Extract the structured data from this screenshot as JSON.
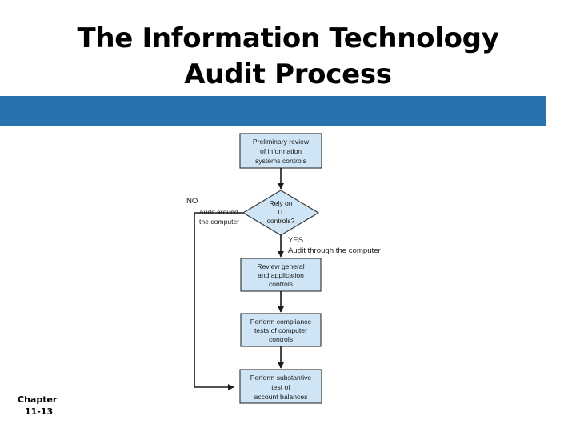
{
  "slide": {
    "title": "The Information Technology\nAudit Process",
    "banner_color": "#2873ae",
    "background_color": "#ffffff"
  },
  "footer": {
    "chapter_label": "Chapter",
    "chapter_number": "11-13"
  },
  "flowchart": {
    "shape_fill": "#cfe5f5",
    "shape_stroke": "#3c3c3c",
    "connector_color": "#1a1a1a",
    "nodes": [
      {
        "id": "preliminary-review",
        "type": "process",
        "lines": [
          "Preliminary review",
          "of information",
          "systems controls"
        ]
      },
      {
        "id": "rely-on-it-controls",
        "type": "decision",
        "lines": [
          "Rely on",
          "IT",
          "controls?"
        ]
      },
      {
        "id": "review-general-application-controls",
        "type": "process",
        "lines": [
          "Review general",
          "and application",
          "controls"
        ]
      },
      {
        "id": "perform-compliance-tests",
        "type": "process",
        "lines": [
          "Perform compliance",
          "tests of computer",
          "controls"
        ]
      },
      {
        "id": "perform-substantive-test",
        "type": "process",
        "lines": [
          "Perform substantive",
          "test of",
          "account balances"
        ]
      }
    ],
    "labels": {
      "no_branch": "NO",
      "no_branch_line1": "Audit around",
      "no_branch_line2": "the computer",
      "yes_branch": "YES",
      "yes_branch_text": "Audit through the computer"
    }
  }
}
